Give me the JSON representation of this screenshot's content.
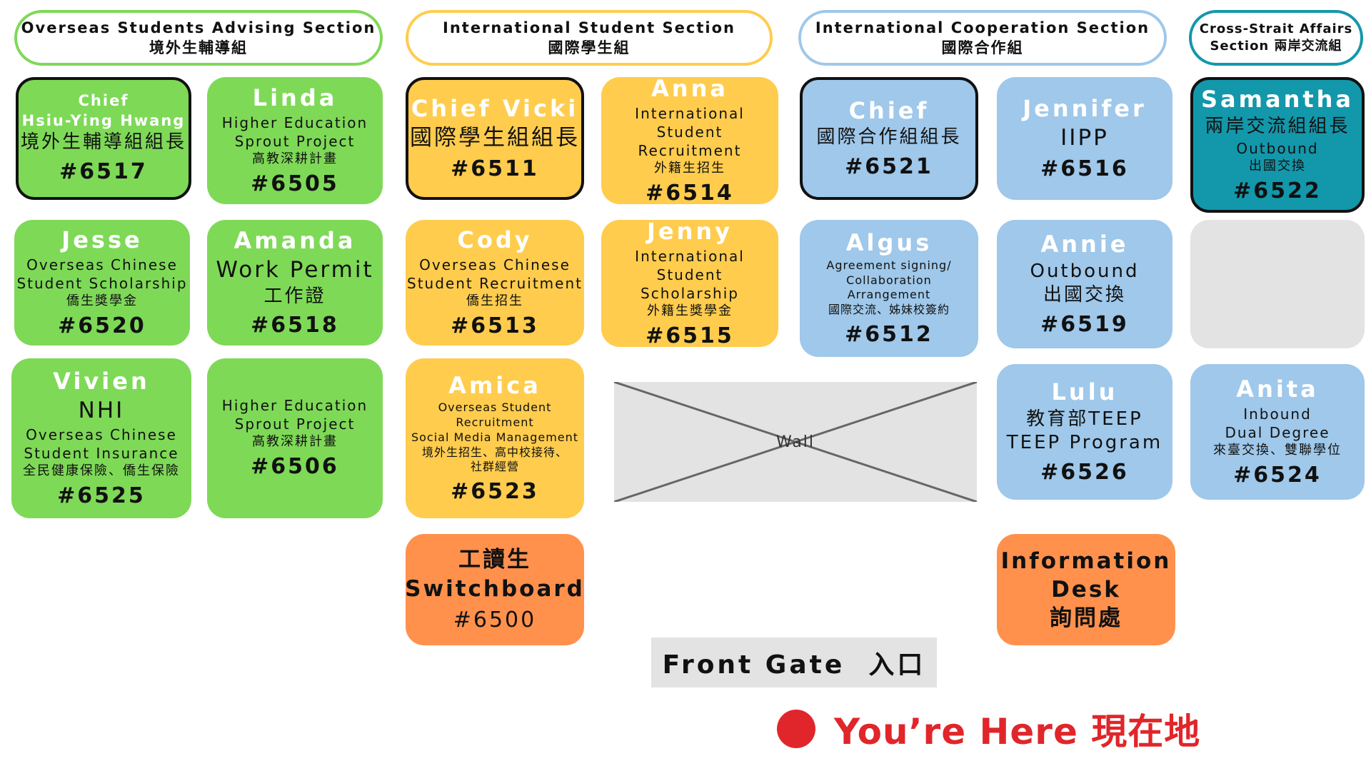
{
  "sections": {
    "overseas": {
      "en": "Overseas Students Advising Section",
      "zh": "境外生輔導組"
    },
    "international_student": {
      "en": "International Student Section",
      "zh": "國際學生組"
    },
    "cooperation": {
      "en": "International Cooperation Section",
      "zh": "國際合作組"
    },
    "cross_strait": {
      "en": "Cross-Strait Affairs",
      "zh": "Section 兩岸交流組"
    }
  },
  "cards": {
    "hwang": {
      "title": "Chief",
      "name": "Hsiu-Ying Hwang",
      "role": "境外生輔導組組長",
      "ext": "#6517"
    },
    "linda": {
      "name": "Linda",
      "l1": "Higher Education",
      "l2": "Sprout Project",
      "l3": "高教深耕計畫",
      "ext": "#6505"
    },
    "jesse": {
      "name": "Jesse",
      "l1": "Overseas Chinese",
      "l2": "Student Scholarship",
      "l3": "僑生獎學金",
      "ext": "#6520"
    },
    "amanda": {
      "name": "Amanda",
      "l1": "Work Permit",
      "l2": "工作證",
      "ext": "#6518"
    },
    "vivien": {
      "name": "Vivien",
      "l1": "NHI",
      "l2": "Overseas Chinese",
      "l3": "Student Insurance",
      "l4": "全民健康保險、僑生保險",
      "ext": "#6525"
    },
    "sprout2": {
      "l1": "Higher Education",
      "l2": "Sprout Project",
      "l3": "高教深耕計畫",
      "ext": "#6506"
    },
    "vicki": {
      "name": "Chief Vicki",
      "role": "國際學生組組長",
      "ext": "#6511"
    },
    "anna": {
      "name": "Anna",
      "l1": "International Student",
      "l2": "Recruitment",
      "l3": "外籍生招生",
      "ext": "#6514"
    },
    "cody": {
      "name": "Cody",
      "l1": "Overseas Chinese",
      "l2": "Student Recruitment",
      "l3": "僑生招生",
      "ext": "#6513"
    },
    "jenny": {
      "name": "Jenny",
      "l1": "International Student",
      "l2": "Scholarship",
      "l3": "外籍生獎學金",
      "ext": "#6515"
    },
    "amica": {
      "name": "Amica",
      "l1": "Overseas Student",
      "l2": "Recruitment",
      "l3": "Social Media Management",
      "l4": "境外生招生、高中校接待、",
      "l5": "社群經營",
      "ext": "#6523"
    },
    "switchboard": {
      "l1": "工讀生",
      "l2": "Switchboard",
      "ext": "#6500"
    },
    "coop_chief": {
      "name": "Chief",
      "role": "國際合作組組長",
      "ext": "#6521"
    },
    "jennifer": {
      "name": "Jennifer",
      "l1": "IIPP",
      "ext": "#6516"
    },
    "algus": {
      "name": "Algus",
      "l1": "Agreement signing/",
      "l2": "Collaboration",
      "l3": "Arrangement",
      "l4": "國際交流、姊妹校簽約",
      "ext": "#6512"
    },
    "annie": {
      "name": "Annie",
      "l1": "Outbound",
      "l2": "出國交換",
      "ext": "#6519"
    },
    "lulu": {
      "name": "Lulu",
      "l1": "教育部TEEP",
      "l2": "TEEP Program",
      "ext": "#6526"
    },
    "info": {
      "l1": "Information",
      "l2": "Desk",
      "l3": "詢問處"
    },
    "samantha": {
      "name": "Samantha",
      "role": "兩岸交流組組長",
      "l1": "Outbound",
      "l2": "出國交換",
      "ext": "#6522"
    },
    "anita": {
      "name": "Anita",
      "l1": "Inbound",
      "l2": "Dual Degree",
      "l3": "來臺交換、雙聯學位",
      "ext": "#6524"
    }
  },
  "wall_label": "Wall",
  "front_gate": "Front Gate  入口",
  "you_are_here": "You’re Here 現在地",
  "colors": {
    "green": "#7ed957",
    "yellow": "#ffcc4d",
    "blue": "#9fc8ea",
    "teal": "#1397aa",
    "orange": "#ff914d",
    "gray": "#e3e3e3",
    "red": "#e0262a"
  }
}
